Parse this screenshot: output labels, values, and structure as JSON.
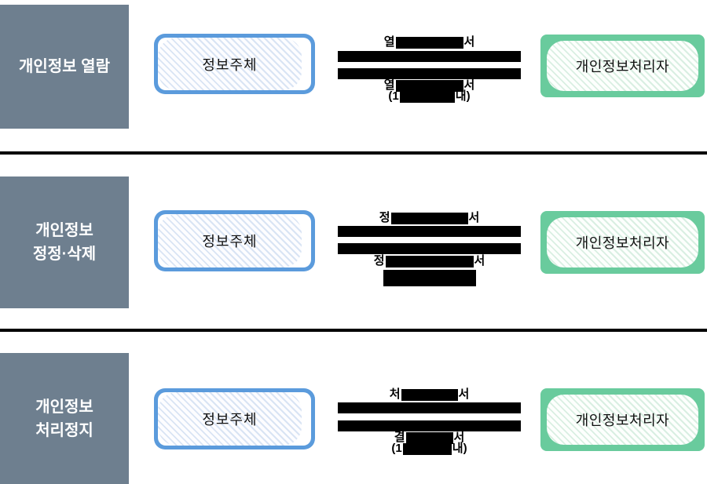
{
  "diagram": {
    "rows": [
      {
        "label_line1": "개인정보 열람",
        "label_line2": "",
        "subject": "정보주체",
        "processor": "개인정보처리자",
        "cap_top_prefix": "열",
        "cap_top_suffix": "서",
        "cap_bottom_prefix": "열",
        "cap_bottom_suffix": "서",
        "cap_sub_prefix": "(1",
        "cap_sub_suffix": "내)"
      },
      {
        "label_line1": "개인정보",
        "label_line2": "정정·삭제",
        "subject": "정보주체",
        "processor": "개인정보처리자",
        "cap_top_prefix": "정",
        "cap_top_suffix": "서",
        "cap_bottom_prefix": "정",
        "cap_bottom_suffix": "서"
      },
      {
        "label_line1": "개인정보",
        "label_line2": "처리정지",
        "subject": "정보주체",
        "processor": "개인정보처리자",
        "cap_top_prefix": "처",
        "cap_top_suffix": "서",
        "cap_bottom_prefix": "결",
        "cap_bottom_suffix": "서",
        "cap_sub_prefix": "(1",
        "cap_sub_suffix": "내)"
      }
    ],
    "colors": {
      "label_bg": "#6e7f8f",
      "subject_accent": "#5b9bdc",
      "processor_accent": "#69cb9d",
      "hatch_blue": "#d9e4f4",
      "hatch_green": "#d9efe2",
      "redaction": "#000000"
    }
  }
}
